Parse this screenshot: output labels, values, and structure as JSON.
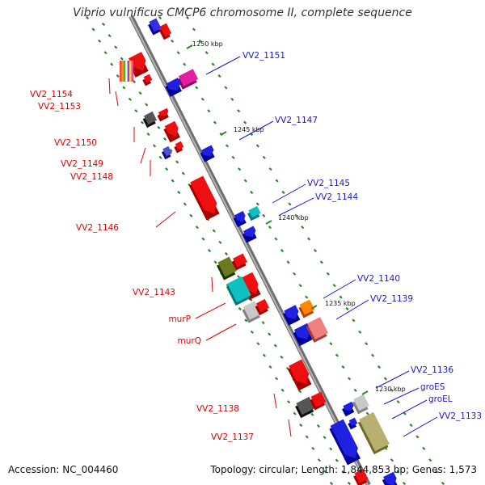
{
  "title": "Vibrio vulnificus CMCP6 chromosome II, complete sequence",
  "footer": {
    "accession": "Accession: NC_004460",
    "summary": "Topology: circular; Length: 1,844,853 bp; Genes: 1,573"
  },
  "colors": {
    "left_label": "#e00000",
    "right_label": "#1a1ad0",
    "backbone": "#888888",
    "tick_dots": "#2a8a2a"
  },
  "scale_labels": [
    "1250 kbp",
    "1245 kbp",
    "1240 kbp",
    "1235 kbp",
    "1230 kbp"
  ],
  "left_genes": [
    "VV2_1154",
    "VV2_1153",
    "VV2_1150",
    "VV2_1149",
    "VV2_1148",
    "VV2_1146",
    "VV2_1143",
    "murP",
    "murQ",
    "VV2_1138",
    "VV2_1137"
  ],
  "right_genes": [
    "VV2_1151",
    "VV2_1147",
    "VV2_1145",
    "VV2_1144",
    "VV2_1140",
    "VV2_1139",
    "VV2_1136",
    "groES",
    "groEL",
    "VV2_1133"
  ]
}
